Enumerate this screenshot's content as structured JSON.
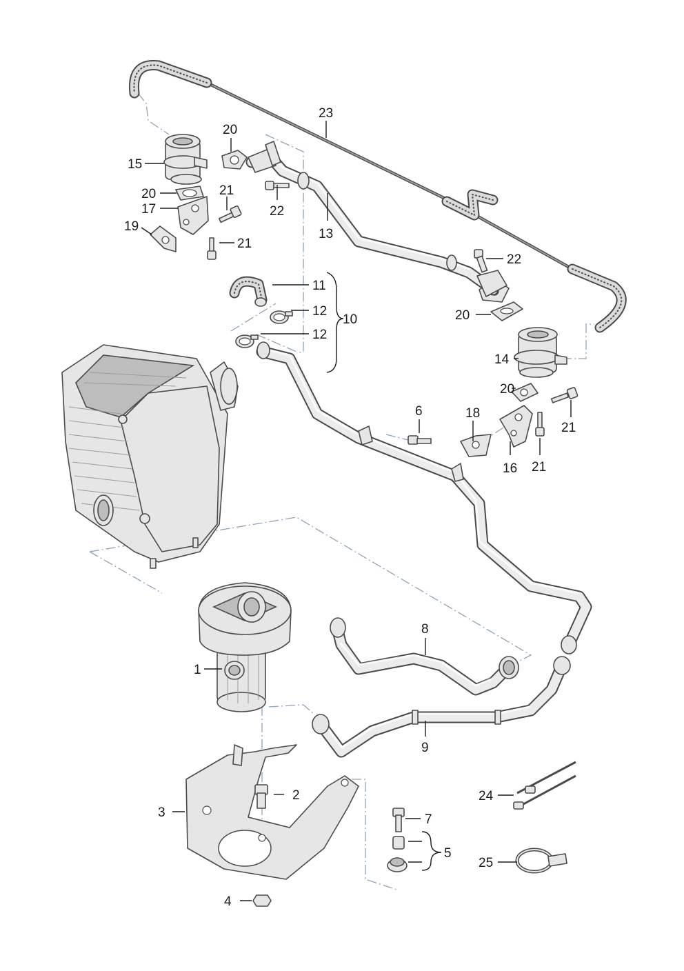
{
  "diagram": {
    "part_numbers": {
      "p1": "1",
      "p2": "2",
      "p3": "3",
      "p4": "4",
      "p5": "5",
      "p6": "6",
      "p7": "7",
      "p8": "8",
      "p9": "9",
      "p10": "10",
      "p11": "11",
      "p12": "12",
      "p13": "13",
      "p14": "14",
      "p15": "15",
      "p16": "16",
      "p17": "17",
      "p18": "18",
      "p19": "19",
      "p20": "20",
      "p21": "21",
      "p22": "22",
      "p23": "23",
      "p24": "24",
      "p25": "25"
    },
    "colors": {
      "line": "#4a4a4a",
      "part_fill": "#e6e6e6",
      "dash_line": "#8fa3b8",
      "label": "#1a1a1a"
    }
  }
}
